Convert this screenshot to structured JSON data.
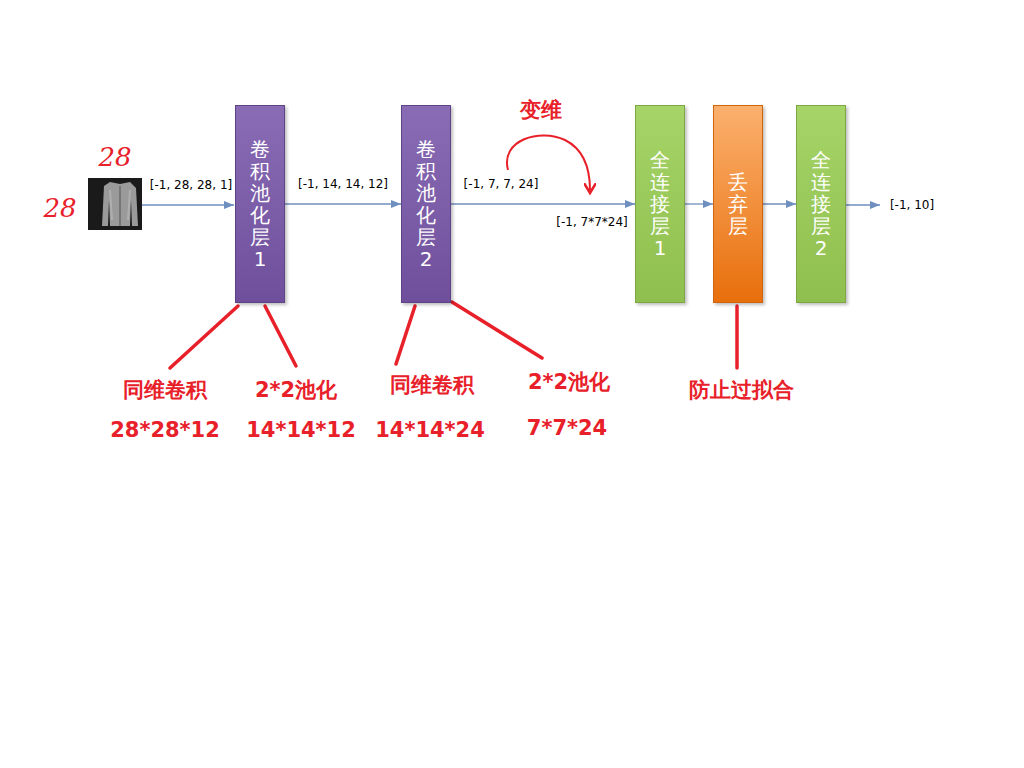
{
  "diagram": {
    "nodes": [
      {
        "text": [
          "卷积池化层1"
        ]
      },
      {
        "text": [
          "卷积池化层2"
        ]
      },
      {
        "text": [
          "全连接层1"
        ]
      },
      {
        "text": [
          "丢弃层"
        ]
      },
      {
        "text": [
          "全连接层2"
        ]
      }
    ],
    "edges": [
      {
        "from": 0,
        "to": 1,
        "arrow": "to",
        "label": "[-1, 14, 14, 12]"
      },
      {
        "from": 1,
        "to": 2,
        "arrow": "to",
        "label": "[-1, 7, 7, 24]"
      },
      {
        "from": 2,
        "to": 3,
        "arrow": "to"
      },
      {
        "from": 3,
        "to": 4,
        "arrow": "to"
      }
    ],
    "labels": [
      "28",
      "28",
      "[-1, 28, 28, 1]",
      "变维",
      "[-1, 7*7*24]",
      "[-1, 10]",
      "同维卷积",
      "28*28*12",
      "2*2池化",
      "14*14*12",
      "同维卷积",
      "14*14*24",
      "2*2池化",
      "7*7*24",
      "防止过拟合"
    ]
  }
}
